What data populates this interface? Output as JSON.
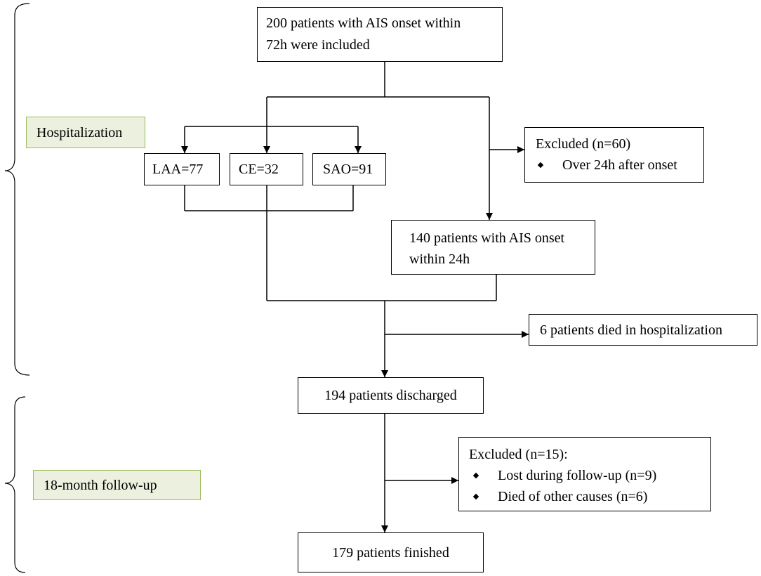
{
  "phases": {
    "hospitalization": "Hospitalization",
    "follow_up": "18-month follow-up"
  },
  "boxes": {
    "included": {
      "lines": [
        "200 patients with AIS onset within",
        "72h were included"
      ]
    },
    "laa": "LAA=77",
    "ce": "CE=32",
    "sao": "SAO=91",
    "excluded_onset": {
      "heading": "Excluded (n=60)",
      "items": [
        "Over 24h after onset"
      ]
    },
    "within_24h": {
      "lines": [
        "140 patients with AIS onset",
        "within 24h"
      ]
    },
    "died_hospitalization": "6 patients died in hospitalization",
    "discharged": "194 patients discharged",
    "excluded_follow_up": {
      "heading": "Excluded (n=15):",
      "items": [
        "Lost during follow-up (n=9)",
        "Died of other causes (n=6)"
      ]
    },
    "finished": "179 patients finished"
  },
  "icons": {
    "bullet": "diamond-bullet-icon"
  },
  "colors": {
    "phase_fill": "#ebf1de",
    "phase_border": "#9bbb59",
    "line": "#000000"
  }
}
